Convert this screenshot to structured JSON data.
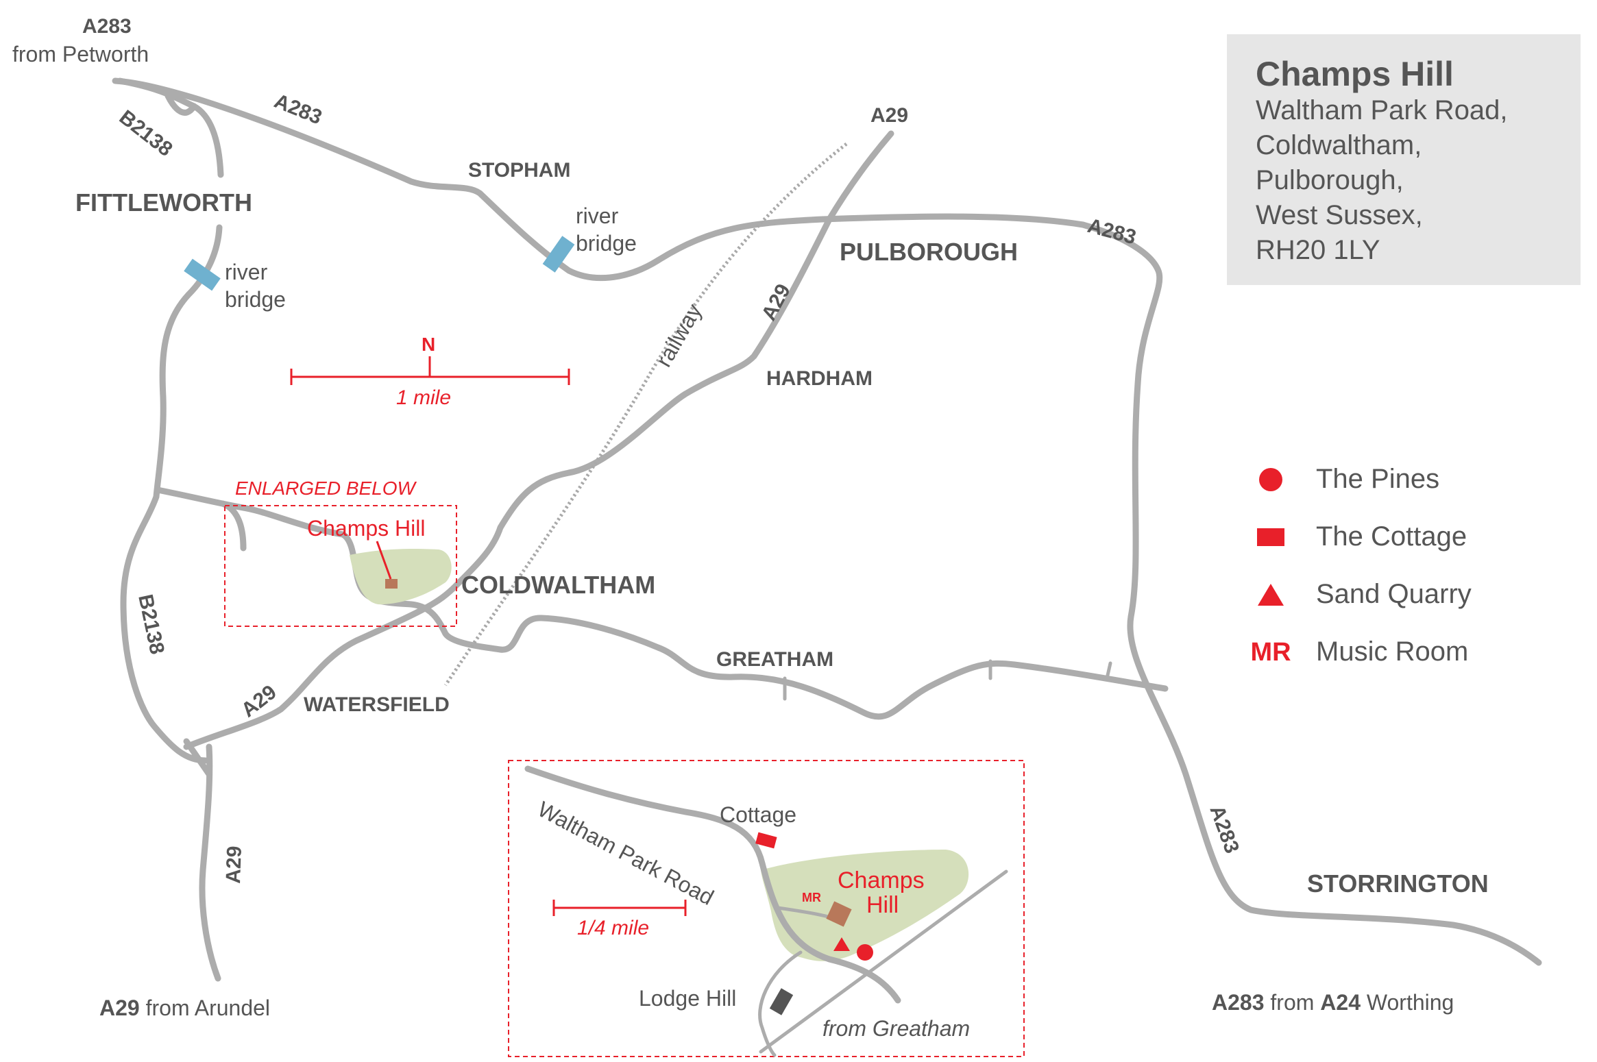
{
  "address": {
    "title": "Champs Hill",
    "lines": [
      "Waltham Park Road,",
      "Coldwaltham,",
      "Pulborough,",
      "West Sussex,",
      "RH20 1LY"
    ]
  },
  "legend": [
    {
      "symbol": "circle",
      "label": "The Pines"
    },
    {
      "symbol": "rectangle",
      "label": "The Cottage"
    },
    {
      "symbol": "triangle",
      "label": "Sand Quarry"
    },
    {
      "symbol": "MR",
      "label": "Music Room"
    }
  ],
  "places": {
    "fittleworth": "FITTLEWORTH",
    "stopham": "STOPHAM",
    "pulborough": "PULBOROUGH",
    "hardham": "HARDHAM",
    "coldwaltham": "COLDWALTHAM",
    "greatham": "GREATHAM",
    "watersfield": "WATERSFIELD",
    "storrington": "STORRINGTON"
  },
  "road_labels": {
    "a283_top": "A283",
    "a283_from_petworth_road": "A283",
    "from_petworth": "from Petworth",
    "b2138_top": "B2138",
    "b2138_left": "B2138",
    "a29_top": "A29",
    "a29_mid": "A29",
    "a29_lower": "A29",
    "a29_bottom": "A29",
    "a283_right": "A283",
    "a283_lower_right": "A283",
    "a29_from_arundel_road": "A29",
    "from_arundel": " from Arundel",
    "a283_worthing_road": "A283",
    "from_word": " from ",
    "a24": "A24",
    "worthing": " Worthing"
  },
  "features": {
    "railway": "railway",
    "river_bridge_line1": "river",
    "river_bridge_line2": "bridge",
    "north": "N",
    "scale_main": "1 mile",
    "enlarged_below": "ENLARGED BELOW",
    "champs_hill_main": "Champs Hill"
  },
  "inset": {
    "road_name": "Waltham Park Road",
    "cottage": "Cottage",
    "champs_hill_line1": "Champs",
    "champs_hill_line2": "Hill",
    "music_room_code": "MR",
    "scale": "1/4 mile",
    "lodge_hill": "Lodge Hill",
    "from_greatham": "from Greatham"
  },
  "colors": {
    "road": "#acacac",
    "accent_red": "#e8202a",
    "bridge_blue": "#6fb1cf",
    "estate_green": "#d5dfbb",
    "building_brown": "#b8785a",
    "text_grey": "#555555",
    "address_bg": "#e6e6e6"
  }
}
